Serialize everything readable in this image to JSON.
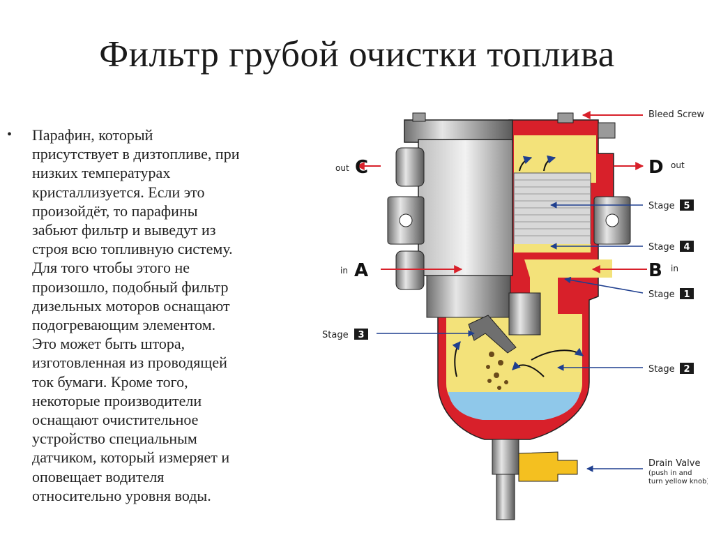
{
  "title": "Фильтр грубой очистки топлива",
  "paragraph": "Парафин, который\nприсутствует в дизтопливе, при\nнизких температурах\nкристаллизуется. Если это\nпроизойдёт, то парафины\nзабьют фильтр и выведут из\nстроя всю топливную систему.\nДля того чтобы этого не\nпроизошло, подобный фильтр\nдизельных моторов оснащают\nподогревающим элементом.\nЭто может быть штора,\nизготовленная из проводящей\nток бумаги. Кроме того,\nнекоторые производители\nоснащают очистительное\nустройство специальным\nдатчиком, который измеряет и\nоповещает водителя\nотносительно уровня воды.",
  "bullet_symbol": "•",
  "diagram": {
    "bleed_screw": "Bleed Screw",
    "out_small": "out",
    "in_small": "in",
    "port_c": "C",
    "port_d": "D",
    "port_a": "A",
    "port_b": "B",
    "stage_word": "Stage",
    "stage1_num": "1",
    "stage2_num": "2",
    "stage3_num": "3",
    "stage4_num": "4",
    "stage5_num": "5",
    "drain_valve": "Drain Valve",
    "drain_note_1": "(push in and",
    "drain_note_2": "turn yellow knob)"
  },
  "colors": {
    "housing_red": "#d8202a",
    "fuel_yellow": "#f3e27a",
    "water_blue": "#8fc8ea",
    "metal_gray": "#a9a9a9",
    "arrow_red": "#d8202a",
    "arrow_blue": "#1f3f8f",
    "knob_yellow": "#f4c020"
  }
}
